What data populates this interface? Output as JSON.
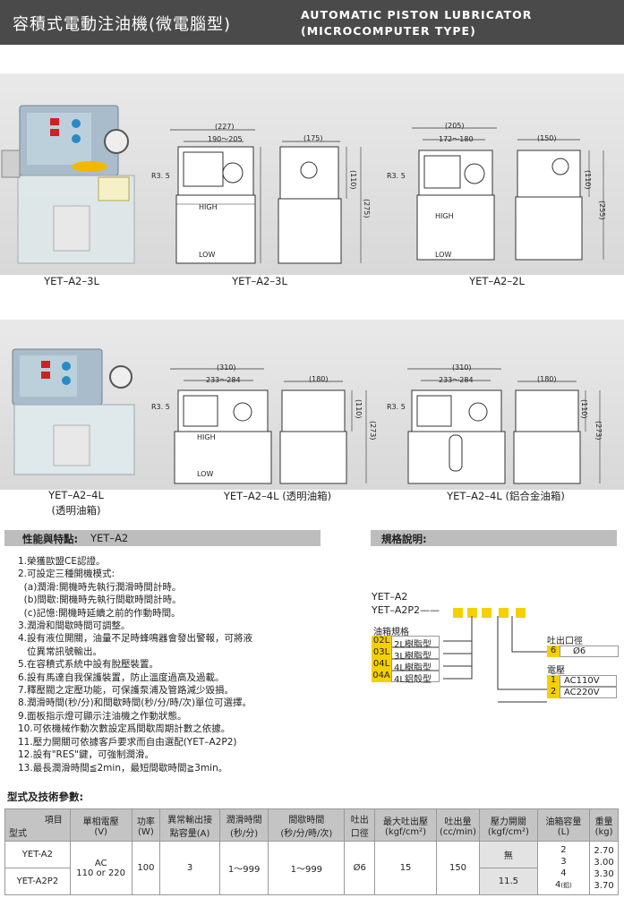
{
  "header": {
    "title_zh": "容積式電動注油機(微電腦型)",
    "title_en_line1": "AUTOMATIC  PISTON  LUBRICATOR",
    "title_en_line2": "(MICROCOMPUTER  TYPE)"
  },
  "row1": {
    "cap_photo": "YET–A2–3L",
    "cap_draw1": "YET–A2–3L",
    "cap_draw2": "YET–A2–2L",
    "d1": {
      "w_total": "(227)",
      "w_range": "190～205",
      "radius": "R3. 5",
      "h_total": "(275)",
      "side_w": "(175)",
      "side_h": "(110)",
      "high": "HIGH",
      "low": "LOW"
    },
    "d2": {
      "w_total": "(205)",
      "w_range": "172～180",
      "radius": "R3. 5",
      "h_total": "(255)",
      "side_w": "(150)",
      "side_h": "(110)",
      "high": "HIGH",
      "low": "LOW"
    }
  },
  "row2": {
    "cap_photo_l1": "YET–A2–4L",
    "cap_photo_l2": "(透明油箱)",
    "cap_draw1": "YET–A2–4L (透明油箱)",
    "cap_draw2": "YET–A2–4L (鋁合金油箱)",
    "d1": {
      "w_total": "(310)",
      "w_range": "233～284",
      "radius": "R3. 5",
      "h_total": "(273)",
      "side_w": "(180)",
      "side_h": "(110)",
      "high": "HIGH",
      "low": "LOW"
    },
    "d2": {
      "w_total": "(310)",
      "w_range": "233～284",
      "radius": "R3. 5",
      "h_total": "(273)",
      "side_w": "(180)",
      "side_h": "(110)"
    }
  },
  "features": {
    "title": "性能與特點:",
    "model": "YET–A2",
    "items": [
      "1.榮獲歐盟CE認證。",
      "2.可設定三種開機模式:",
      "  (a)潤滑:開機時先執行潤滑時間計時。",
      "  (b)間歇:開機時先執行間歇時間計時。",
      "  (c)記憶:開機時延續之前的作動時間。",
      "3.潤滑和間歇時間可調整。",
      "4.設有液位開關，油量不足時蜂鳴器會發出警報，可將液",
      "   位異常訊號輸出。",
      "5.在容積式系統中設有脫壓裝置。",
      "6.設有馬達自我保護裝置，防止溫度過高及過載。",
      "7.釋壓閥之定壓功能，可保護泵浦及管路減少毀損。",
      "8.潤滑時間(秒/分)和間歇時間(秒/分/時/次)單位可選擇。",
      "9.面板指示燈可顯示注油機之作動狀態。",
      "10.可依機械作動次數設定爲間歇周期計數之依據。",
      "11.壓力開關可依據客戶要求而自由選配(YET–A2P2)",
      "12.設有\"RES\"鍵，可強制潤滑。",
      "13.最長潤滑時間≦2min，最短間歇時間≧3min。"
    ]
  },
  "spec_desc": {
    "title": "規格說明:",
    "model1": "YET–A2",
    "model2": "YET–A2P2——",
    "tank_title": "油箱規格",
    "tanks": [
      {
        "code": "02L",
        "desc": "2L樹脂型"
      },
      {
        "code": "03L",
        "desc": "3L樹脂型"
      },
      {
        "code": "04L",
        "desc": "4L樹脂型"
      },
      {
        "code": "04A",
        "desc": "4L鋁殼型"
      }
    ],
    "outlet_title": "吐出口徑",
    "outlet": {
      "code": "6",
      "desc": "Ø6"
    },
    "voltage_title": "電壓",
    "voltages": [
      {
        "code": "1",
        "desc": "AC110V"
      },
      {
        "code": "2",
        "desc": "AC220V"
      }
    ]
  },
  "table": {
    "caption": "型式及技術參數:",
    "h_item": "項目",
    "h_model": "型式",
    "cols": [
      {
        "l1": "單相電壓",
        "l2": "(V)"
      },
      {
        "l1": "功率",
        "l2": "(W)"
      },
      {
        "l1": "異常輸出接",
        "l2": "點容量(A)"
      },
      {
        "l1": "潤滑時間",
        "l2": "(秒/分)"
      },
      {
        "l1": "間歇時間",
        "l2": "(秒/分/時/次)"
      },
      {
        "l1": "吐出",
        "l2": "口徑"
      },
      {
        "l1": "最大吐出壓",
        "l2": "(kgf/cm²)"
      },
      {
        "l1": "吐出量",
        "l2": "(cc/min)"
      },
      {
        "l1": "壓力開關",
        "l2": "(kgf/cm²)"
      },
      {
        "l1": "油箱容量",
        "l2": "(L)"
      },
      {
        "l1": "重量",
        "l2": "(kg)"
      }
    ],
    "models": [
      "YET-A2",
      "YET-A2P2"
    ],
    "voltage_l1": "AC",
    "voltage_l2": "110 or 220",
    "power": "100",
    "contact": "3",
    "lube_time": "1～999",
    "interval_time": "1～999",
    "outlet": "Ø6",
    "max_pressure": "15",
    "flow": "150",
    "pswitch_a2": "無",
    "pswitch_a2p2": "11.5",
    "capacities": [
      "2",
      "3",
      "4",
      "4"
    ],
    "cap_note": "(鋁)",
    "weights": [
      "2.70",
      "3.00",
      "3.30",
      "3.70"
    ]
  }
}
